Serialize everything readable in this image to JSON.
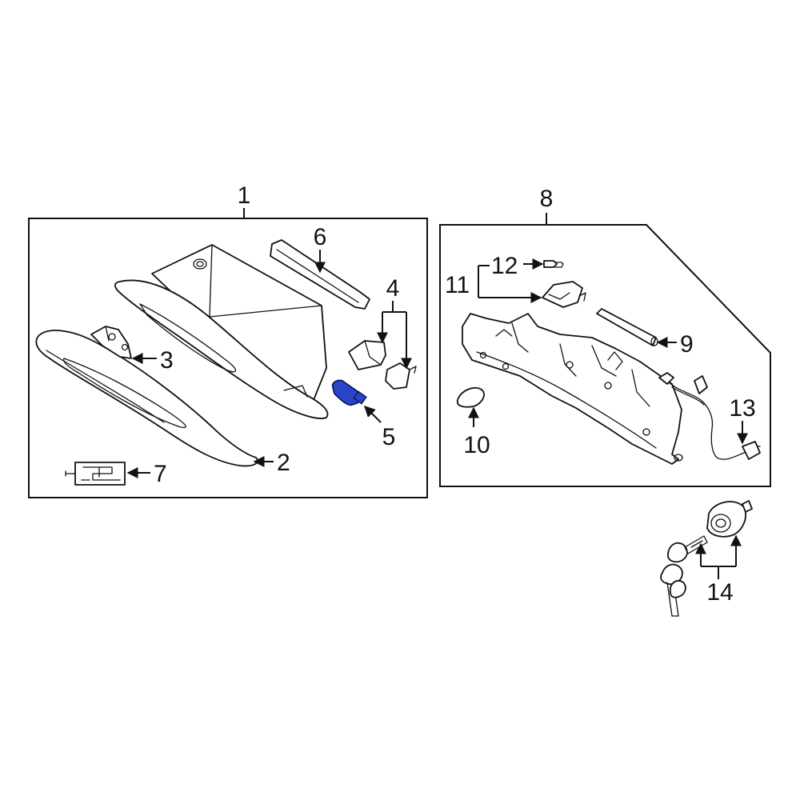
{
  "diagram": {
    "callouts": {
      "c1": "1",
      "c2": "2",
      "c3": "3",
      "c4": "4",
      "c5": "5",
      "c6": "6",
      "c7": "7",
      "c8": "8",
      "c9": "9",
      "c10": "10",
      "c11": "11",
      "c12": "12",
      "c13": "13",
      "c14": "14"
    },
    "colors": {
      "line": "#111111",
      "background": "#ffffff",
      "highlight_fill": "#2a45c8",
      "highlight_stroke": "#0d1a66"
    },
    "highlighted_part": "5"
  }
}
